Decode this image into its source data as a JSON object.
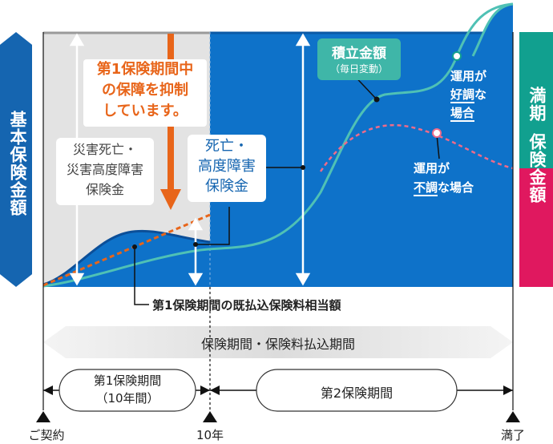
{
  "left_badge": {
    "label": "基本保険金額",
    "color": "#1565b0"
  },
  "right_badge": {
    "label_top": "満期",
    "label_bottom": "保険金額",
    "color_top": "#11a08f",
    "color_bottom": "#e0185f"
  },
  "notes": {
    "suppress_line1": "第1保険期間中",
    "suppress_line2": "の保障を抑制",
    "suppress_line3": "しています。",
    "disaster_line1": "災害死亡・",
    "disaster_line2": "災害高度障害",
    "disaster_line3": "保険金",
    "death_line1": "死亡・",
    "death_line2": "高度障害",
    "death_line3": "保険金",
    "accum_title": "積立金額",
    "accum_sub": "（毎日変動）",
    "good_line1": "運用が",
    "good_line2a": "好調",
    "good_line2b": "な",
    "good_line3": "場合",
    "bad_line1": "運用が",
    "bad_line2a": "不調",
    "bad_line2b": "な場合",
    "paid": "第1保険期間の既払込保険料相当額"
  },
  "periods": {
    "total": "保険期間・保険料払込期間",
    "first_line1": "第1保険期間",
    "first_line2": "（10年間）",
    "second": "第2保険期間"
  },
  "timeline": {
    "start": "ご契約",
    "mid": "10年",
    "end": "満了"
  },
  "colors": {
    "accent_orange": "#e8651a",
    "panel_blue": "#0e72c9",
    "panel_gray": "#e3e3e3",
    "teal": "#11a08f"
  }
}
